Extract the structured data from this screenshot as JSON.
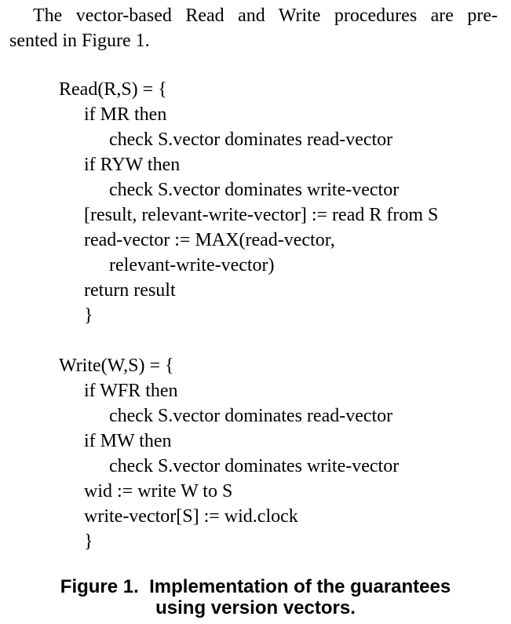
{
  "intro": {
    "line1": "The vector-based Read and Write procedures are pre-",
    "line2": "sented in Figure 1."
  },
  "read_proc": {
    "header": "Read(R,S) = {",
    "if_mr": "if MR then",
    "check_mr": "check S.vector dominates read-vector",
    "if_ryw": "if RYW then",
    "check_ryw": "check S.vector dominates write-vector",
    "read_stmt": "[result, relevant-write-vector] := read R from S",
    "assign_1": "read-vector := MAX(read-vector,",
    "assign_2": "relevant-write-vector)",
    "return_stmt": "return result",
    "close": "}"
  },
  "write_proc": {
    "header": "Write(W,S) = {",
    "if_wfr": "if WFR then",
    "check_wfr": "check S.vector dominates read-vector",
    "if_mw": "if MW then",
    "check_mw": "check S.vector dominates write-vector",
    "write_stmt": "wid := write W to S",
    "update_stmt": "write-vector[S] := wid.clock",
    "close": "}"
  },
  "caption": {
    "line1": "Figure 1.  Implementation of the guarantees",
    "line2": "using version vectors."
  }
}
